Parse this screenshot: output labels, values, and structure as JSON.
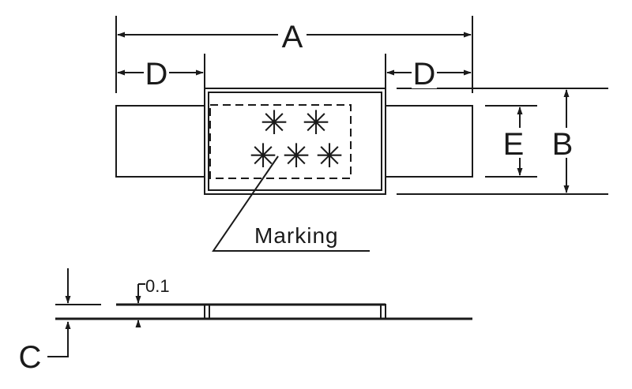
{
  "diagram": {
    "dimensions": {
      "a": "A",
      "b": "B",
      "c": "C",
      "d_left": "D",
      "d_right": "D",
      "e": "E"
    },
    "thickness_label": "0.1",
    "marking_label": "Marking",
    "marking_symbols": [
      "✳",
      "✳",
      "✳",
      "✳",
      "✳"
    ],
    "colors": {
      "line": "#1a1a1a",
      "background": "#ffffff"
    }
  }
}
